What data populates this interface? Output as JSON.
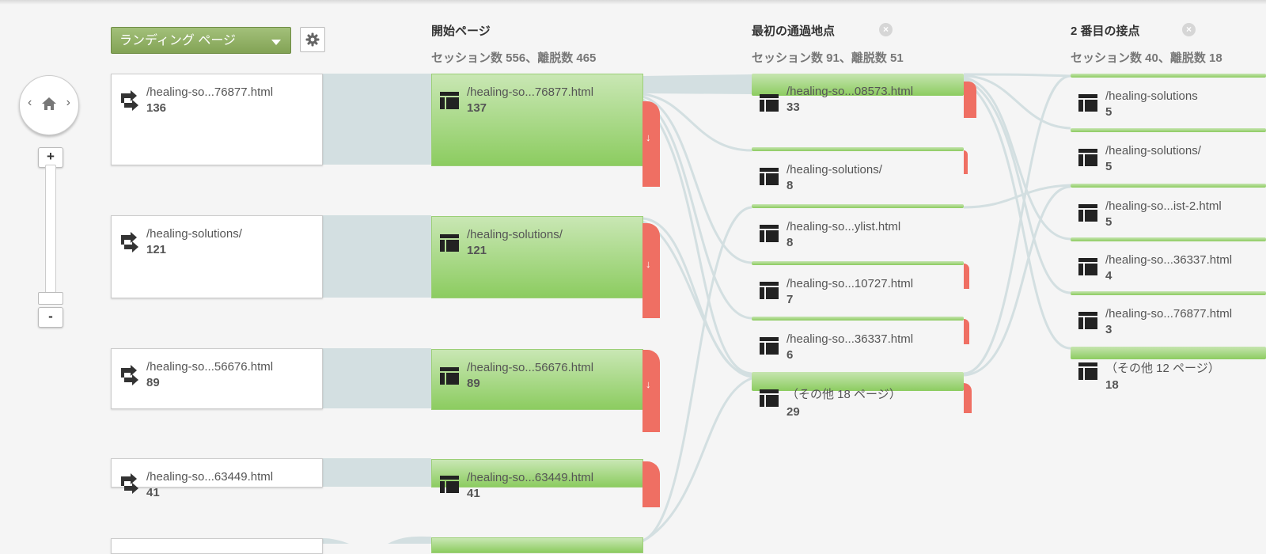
{
  "controls": {
    "dimension_label": "ランディング ページ",
    "zoom_in": "+",
    "zoom_out": "-"
  },
  "columns": [
    {
      "title": "開始ページ",
      "subtitle": "セッション数 556、離脱数 465"
    },
    {
      "title": "最初の通過地点",
      "subtitle": "セッション数 91、離脱数 51"
    },
    {
      "title": "2 番目の接点",
      "subtitle": "セッション数 40、離脱数 18"
    }
  ],
  "landing_pages": [
    {
      "label": "/healing-so...76877.html",
      "count": "136"
    },
    {
      "label": "/healing-solutions/",
      "count": "121"
    },
    {
      "label": "/healing-so...56676.html",
      "count": "89"
    },
    {
      "label": "/healing-so...63449.html",
      "count": "41"
    }
  ],
  "start_pages": [
    {
      "label": "/healing-so...76877.html",
      "count": "137"
    },
    {
      "label": "/healing-solutions/",
      "count": "121"
    },
    {
      "label": "/healing-so...56676.html",
      "count": "89"
    },
    {
      "label": "/healing-so...63449.html",
      "count": "41"
    }
  ],
  "first_interaction": [
    {
      "label": "/healing-so...08573.html",
      "count": "33"
    },
    {
      "label": "/healing-solutions/",
      "count": "8"
    },
    {
      "label": "/healing-so...ylist.html",
      "count": "8"
    },
    {
      "label": "/healing-so...10727.html",
      "count": "7"
    },
    {
      "label": "/healing-so...36337.html",
      "count": "6"
    },
    {
      "label": "（その他 18 ページ）",
      "count": "29"
    }
  ],
  "second_interaction": [
    {
      "label": "/healing-solutions",
      "count": "5"
    },
    {
      "label": "/healing-solutions/",
      "count": "5"
    },
    {
      "label": "/healing-so...ist-2.html",
      "count": "5"
    },
    {
      "label": "/healing-so...36337.html",
      "count": "4"
    },
    {
      "label": "/healing-so...76877.html",
      "count": "3"
    },
    {
      "label": "（その他 12 ページ）",
      "count": "18"
    }
  ],
  "colors": {
    "node_green": "#8ccc60",
    "exit_red": "#ef6f63",
    "flow": "#d3dfe1",
    "dropdown": "#8fae60"
  }
}
